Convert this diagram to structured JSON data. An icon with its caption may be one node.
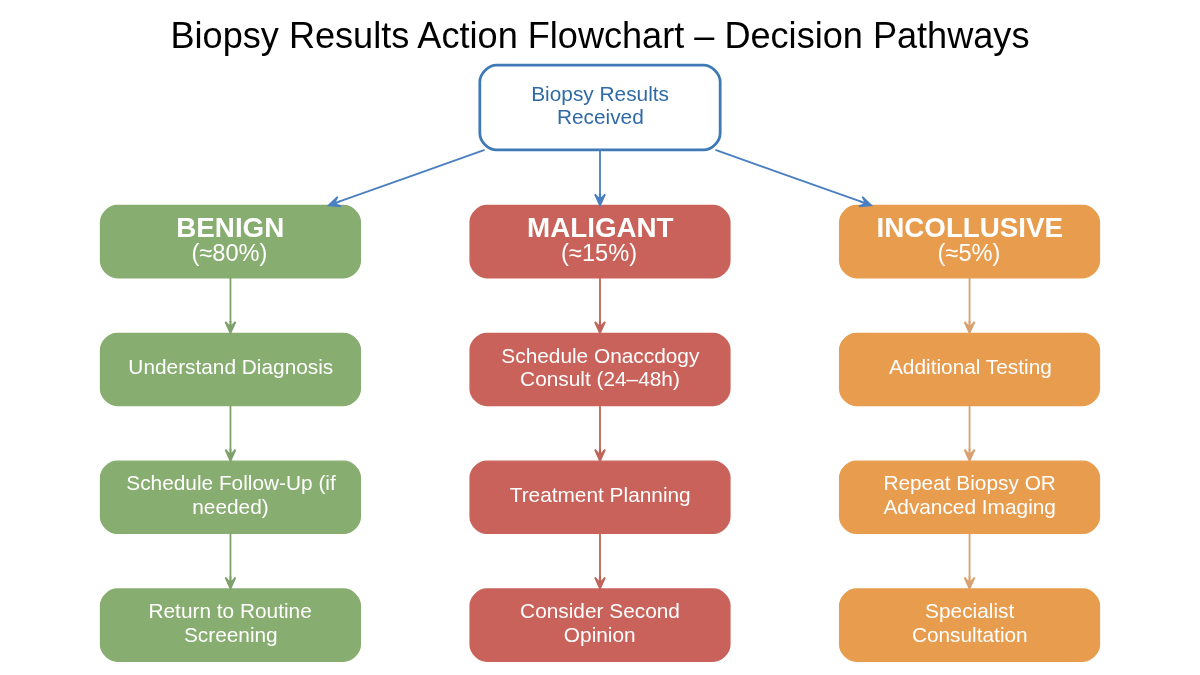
{
  "diagram": {
    "title": "Biopsy Results Action Flowchart – Decision Pathways",
    "nodes": [
      {
        "text": [
          "Biopsy Results Received"
        ]
      },
      {
        "text": [
          "BENIGN",
          "(≈80%)"
        ]
      },
      {
        "text": [
          "MALIGANT",
          "(≈15%)"
        ]
      },
      {
        "text": [
          "INCOLLUSIVE",
          "(≈5%)"
        ]
      },
      {
        "text": [
          "Understand Diagnosis"
        ]
      },
      {
        "text": [
          "Schedule Onaccdogy Consult (24–48h)"
        ]
      },
      {
        "text": [
          "Additional Testing"
        ]
      },
      {
        "text": [
          "Schedule Follow-Up (if needed)"
        ]
      },
      {
        "text": [
          "Treatment Planning"
        ]
      },
      {
        "text": [
          "Repeat Biopsy OR Advanced Imaging"
        ]
      },
      {
        "text": [
          "Return to Routine Screening"
        ]
      },
      {
        "text": [
          "Consider Second Opinion"
        ]
      },
      {
        "text": [
          "Specialist Consultation"
        ]
      }
    ],
    "edges": [
      {
        "from": 0,
        "to": 1,
        "arrow": "to",
        "color": "#4a7fc0"
      },
      {
        "from": 0,
        "to": 2,
        "arrow": "to",
        "color": "#4a7fc0"
      },
      {
        "from": 0,
        "to": 3,
        "arrow": "to",
        "color": "#4a7fc0"
      },
      {
        "from": 1,
        "to": 4,
        "arrow": "to",
        "color": "#7fa06a"
      },
      {
        "from": 2,
        "to": 5,
        "arrow": "to",
        "color": "#c0645a"
      },
      {
        "from": 3,
        "to": 6,
        "arrow": "to",
        "color": "#d9a070"
      },
      {
        "from": 4,
        "to": 7,
        "arrow": "to",
        "color": "#7fa06a"
      },
      {
        "from": 5,
        "to": 8,
        "arrow": "to",
        "color": "#c0645a"
      },
      {
        "from": 6,
        "to": 9,
        "arrow": "to",
        "color": "#d9a070"
      },
      {
        "from": 7,
        "to": 10,
        "arrow": "to",
        "color": "#7fa06a"
      },
      {
        "from": 8,
        "to": 11,
        "arrow": "to",
        "color": "#c0645a"
      },
      {
        "from": 9,
        "to": 12,
        "arrow": "to",
        "color": "#d9a070"
      }
    ]
  }
}
